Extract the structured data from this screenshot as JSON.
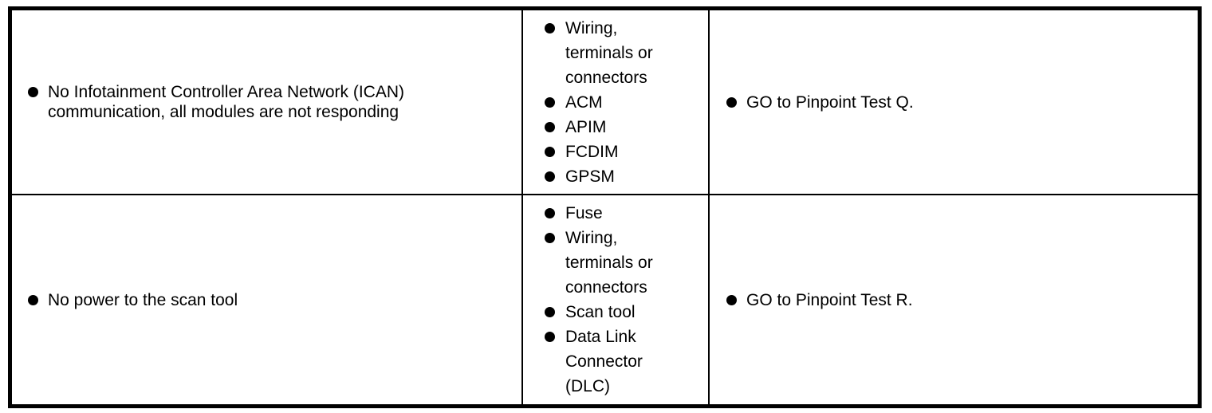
{
  "colors": {
    "border": "#000000",
    "text": "#000000",
    "background": "#ffffff"
  },
  "table": {
    "rows": [
      {
        "symptoms": [
          "No Infotainment Controller Area Network (ICAN) communication, all modules are not responding"
        ],
        "possible_sources": [
          "Wiring, terminals or connectors",
          "ACM",
          "APIM",
          "FCDIM",
          "GPSM"
        ],
        "actions": [
          "GO to Pinpoint Test Q."
        ]
      },
      {
        "symptoms": [
          "No power to the scan tool"
        ],
        "possible_sources": [
          "Fuse",
          "Wiring, terminals or connectors",
          "Scan tool",
          "Data Link Connector (DLC)"
        ],
        "actions": [
          "GO to Pinpoint Test R."
        ]
      }
    ]
  }
}
